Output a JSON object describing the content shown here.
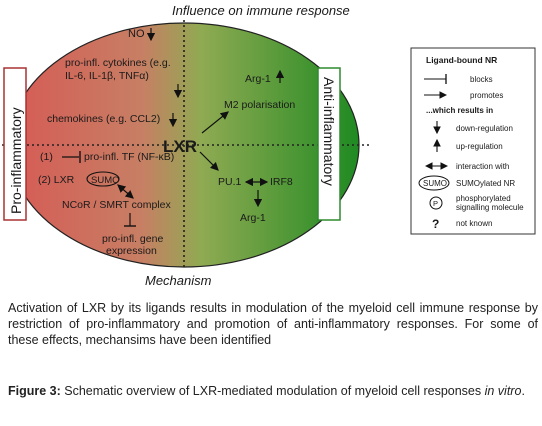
{
  "diagram": {
    "top_title": "Influence on immune response",
    "bottom_title": "Mechanism",
    "center": "LXR",
    "left_box": "Pro-inflammatory",
    "right_box": "Anti-inflammatory",
    "left": {
      "no": "NO",
      "cytokines_1": "pro-infl. cytokines (e.g.",
      "cytokines_2": "IL-6, IL-1β, TNFα)",
      "chemokines": "chemokines (e.g. CCL2)",
      "tf_num": "(1)",
      "tf": "pro-infl. TF (NF-κB)",
      "sumo_num": "(2) LXR",
      "sumo": "SUMO",
      "ncor": "NCoR / SMRT complex",
      "gene_1": "pro-infl. gene",
      "gene_2": "expression"
    },
    "right": {
      "arg1_top": "Arg-1",
      "m2": "M2 polarisation",
      "pu1": "PU.1",
      "irf8": "IRF8",
      "arg1_bottom": "Arg-1"
    }
  },
  "legend": {
    "title": "Ligand-bound NR",
    "blocks": "blocks",
    "promotes": "promotes",
    "results_in": "...which results in",
    "down": "down-regulation",
    "up": "up-regulation",
    "interaction": "interaction with",
    "sumo_symbol": "SUMO",
    "sumo_label": "SUMOylated NR",
    "p_symbol": "P",
    "p_label_1": "phosphorylated",
    "p_label_2": "signalling molecule",
    "q_symbol": "?",
    "q_label": "not known"
  },
  "caption": {
    "paragraph": "Activation of LXR by its ligands results in modulation of the myeloid cell immune response by restriction of pro-inflammatory and promotion of anti-inflammatory responses. For some of these effects, mechansims have been identified",
    "figure_label": "Figure 3:",
    "figure_text": " Schematic overview of LXR-mediated modulation of myeloid cell responses ",
    "figure_italic": "in vitro",
    "figure_end": "."
  },
  "colors": {
    "pro": "#d9534f",
    "anti": "#1e8a1e",
    "box_red": "#a83232",
    "box_green": "#2e8b2e"
  }
}
